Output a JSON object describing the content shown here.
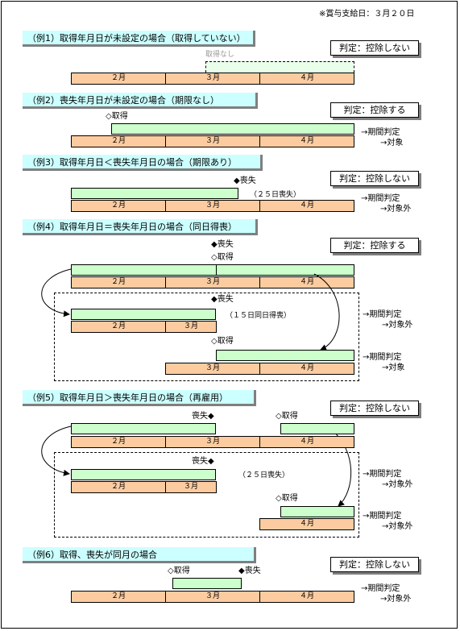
{
  "pay_date": "※賞与支給日：３月２０日",
  "months": [
    "２月",
    "３月",
    "４月"
  ],
  "examples": [
    {
      "title": "（例1）取得年月日が未設定の場合（取得していない）",
      "judgment": "判定：控除しない",
      "note": "取得なし"
    },
    {
      "title": "（例2）喪失年月日が未設定の場合（期限なし）",
      "judgment": "判定：控除する",
      "acq": "◇取得",
      "result1": "→期間判定",
      "result2": "→対象"
    },
    {
      "title": "（例3）取得年月日＜喪失年月日の場合（期限あり）",
      "judgment": "判定：控除しない",
      "loss": "◆喪失",
      "loss_note": "（２５日喪失）",
      "result1": "→期間判定",
      "result2": "→対象外"
    },
    {
      "title": "（例4）取得年月日＝喪失年月日の場合（同日得喪）",
      "judgment": "判定：控除する",
      "loss": "◆喪失",
      "acq": "◇取得",
      "loss_note": "（１５日同日得喪）",
      "result_a1": "→期間判定",
      "result_a2": "→対象外",
      "result_b1": "→期間判定",
      "result_b2": "→対象"
    },
    {
      "title": "（例5）取得年月日＞喪失年月日の場合（再雇用）",
      "judgment": "判定：控除しない",
      "loss": "喪失◆",
      "acq": "◇取得",
      "loss_note": "（２５日喪失）",
      "result_a1": "→期間判定",
      "result_a2": "→対象外",
      "result_b1": "→期間判定",
      "result_b2": "→対象外"
    },
    {
      "title": "（例6）取得、喪失が同月の場合",
      "judgment": "判定：控除しない",
      "acq": "◇取得",
      "loss": "◆喪失",
      "result1": "→期間判定",
      "result2": "→対象外"
    }
  ]
}
